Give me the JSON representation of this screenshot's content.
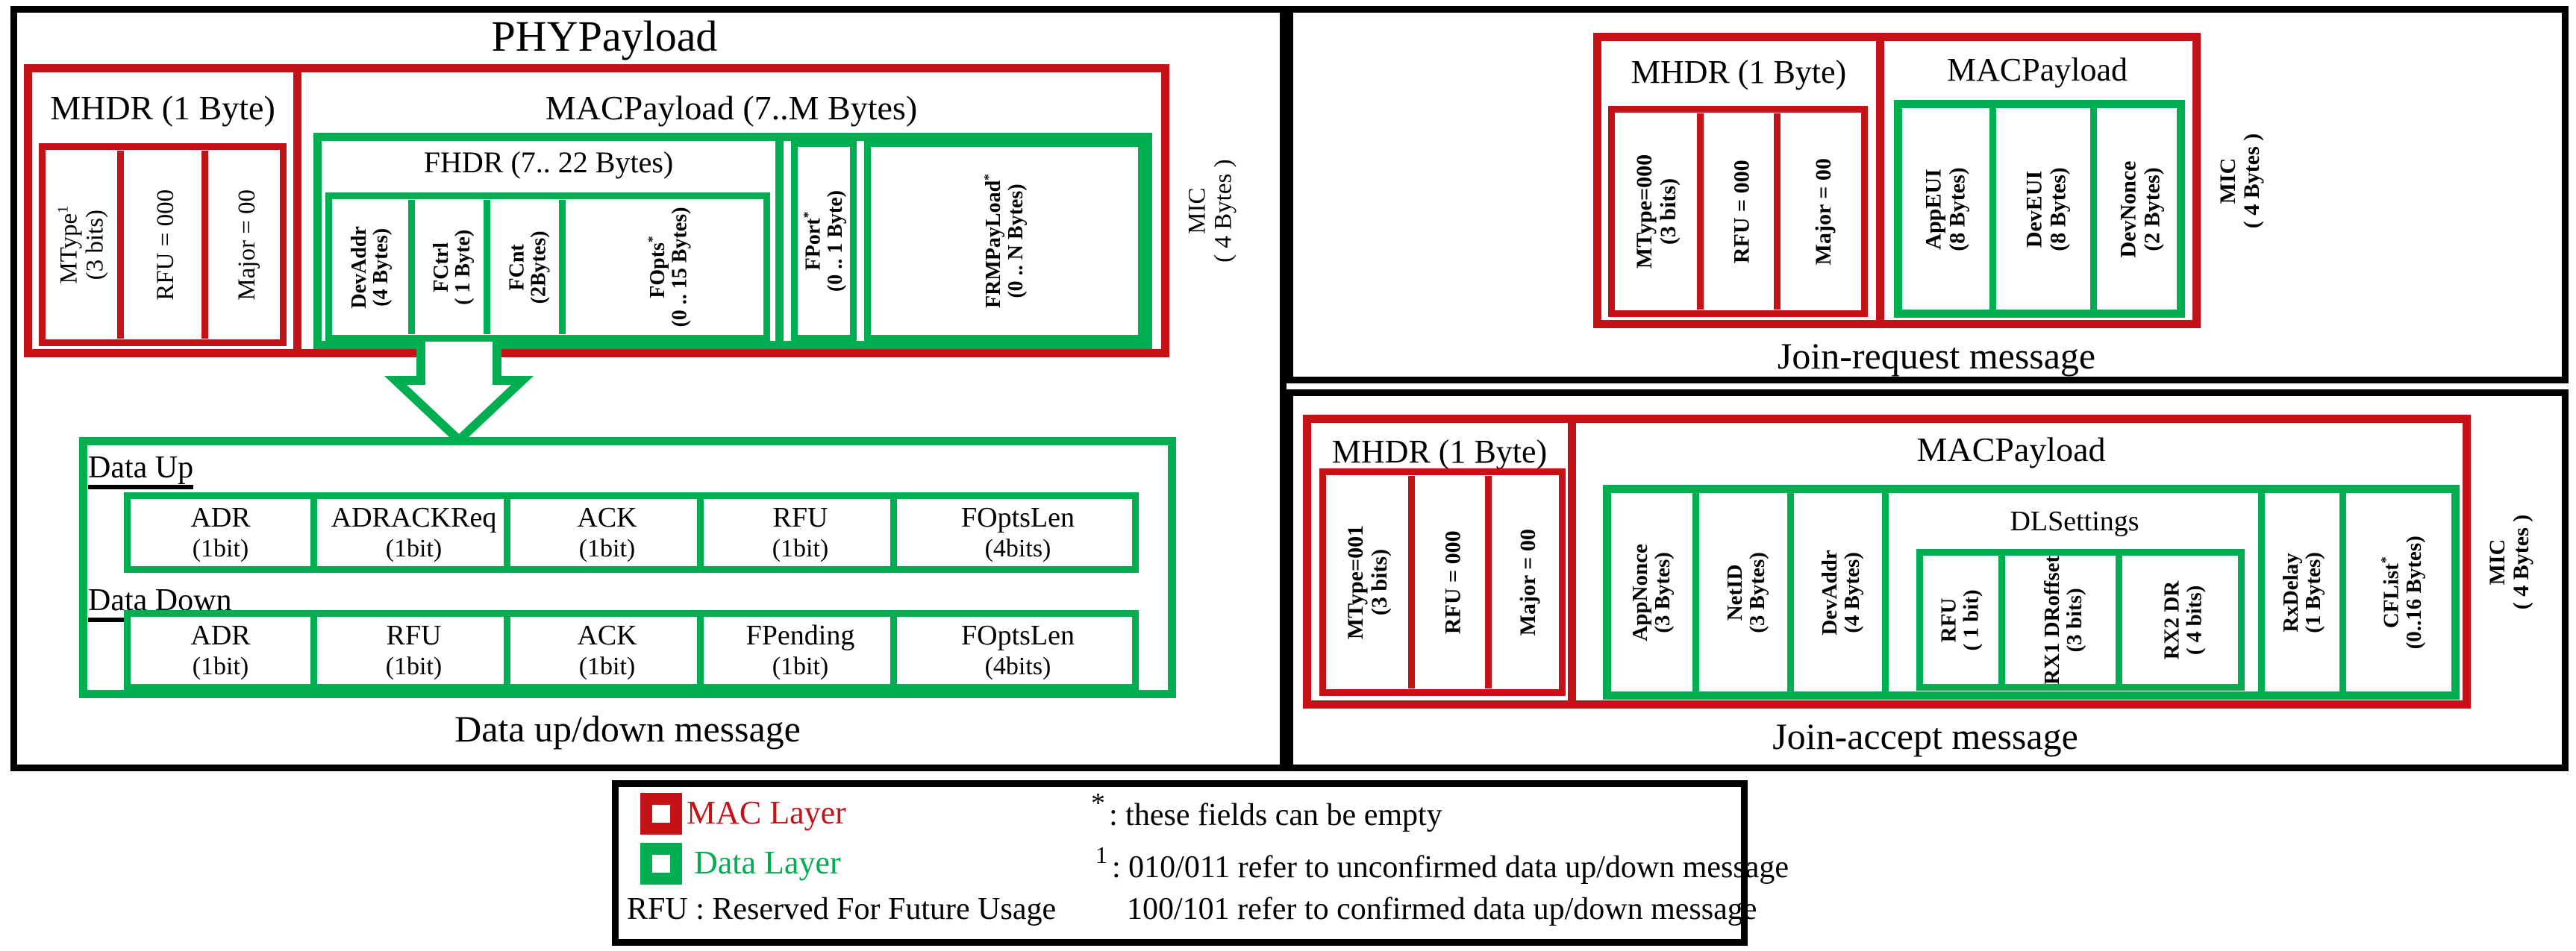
{
  "colors": {
    "mac_layer": "#C41217",
    "data_layer": "#00AE52",
    "outline": "#000000",
    "background": "#FFFFFF"
  },
  "phy_panel": {
    "title": "PHYPayload",
    "mhdr": {
      "title": "MHDR (1 Byte)",
      "fields": [
        {
          "name": "MType",
          "sup": "1",
          "size": "(3 bits)"
        },
        {
          "name": "RFU = 000",
          "sup": "",
          "size": ""
        },
        {
          "name": "Major = 00",
          "sup": "",
          "size": ""
        }
      ]
    },
    "macpayload": {
      "title": "MACPayload (7..M  Bytes)",
      "fhdr": {
        "title": "FHDR (7.. 22  Bytes)",
        "fields": [
          {
            "name": "DevAddr",
            "sup": "",
            "size": "(4 Bytes)"
          },
          {
            "name": "FCtrl",
            "sup": "",
            "size": "( 1 Byte)"
          },
          {
            "name": "FCnt",
            "sup": "",
            "size": "(2Bytes)"
          },
          {
            "name": "FOpts",
            "sup": "*",
            "size": "(0 .. 15 Bytes)"
          }
        ]
      },
      "fields": [
        {
          "name": "FPort",
          "sup": "*",
          "size": "(0 .. 1 Byte)"
        },
        {
          "name": "FRMPayLoad",
          "sup": "*",
          "size": "(0 .. N Bytes)"
        }
      ]
    },
    "mic": {
      "name": "MIC",
      "size": "( 4 Bytes )"
    }
  },
  "fctrl_detail": {
    "data_up_label": "Data Up",
    "data_down_label": "Data Down",
    "data_up": [
      {
        "name": "ADR",
        "size": "(1bit)"
      },
      {
        "name": "ADRACKReq",
        "size": "(1bit)"
      },
      {
        "name": "ACK",
        "size": "(1bit)"
      },
      {
        "name": "RFU",
        "size": "(1bit)"
      },
      {
        "name": "FOptsLen",
        "size": "(4bits)"
      }
    ],
    "data_down": [
      {
        "name": "ADR",
        "size": "(1bit)"
      },
      {
        "name": "RFU",
        "size": "(1bit)"
      },
      {
        "name": "ACK",
        "size": "(1bit)"
      },
      {
        "name": "FPending",
        "size": "(1bit)"
      },
      {
        "name": "FOptsLen",
        "size": "(4bits)"
      }
    ],
    "caption": "Data up/down message"
  },
  "join_request": {
    "caption": "Join-request message",
    "mhdr": {
      "title": "MHDR (1 Byte)",
      "fields": [
        {
          "name": "MType=000",
          "size": "(3 bits)"
        },
        {
          "name": "RFU = 000",
          "size": ""
        },
        {
          "name": "Major = 00",
          "size": ""
        }
      ]
    },
    "macpayload": {
      "title": "MACPayload",
      "fields": [
        {
          "name": "AppEUI",
          "size": "(8 Bytes)"
        },
        {
          "name": "DevEUI",
          "size": "(8 Bytes)"
        },
        {
          "name": "DevNonce",
          "size": "(2 Bytes)"
        }
      ]
    },
    "mic": {
      "name": "MIC",
      "size": "( 4 Bytes )"
    }
  },
  "join_accept": {
    "caption": "Join-accept message",
    "mhdr": {
      "title": "MHDR (1 Byte)",
      "fields": [
        {
          "name": "MType=001",
          "size": "(3 bits)"
        },
        {
          "name": "RFU = 000",
          "size": ""
        },
        {
          "name": "Major = 00",
          "size": ""
        }
      ]
    },
    "macpayload": {
      "title": "MACPayload",
      "fields_left": [
        {
          "name": "AppNonce",
          "size": "(3 Bytes)"
        },
        {
          "name": "NetID",
          "size": "(3 Bytes)"
        },
        {
          "name": "DevAddr",
          "size": "(4 Bytes)"
        }
      ],
      "dlsettings": {
        "title": "DLSettings",
        "fields": [
          {
            "name": "RFU",
            "size": "( 1 bit)"
          },
          {
            "name": "RX1 DRoffset",
            "size": "(3 bits)"
          },
          {
            "name": "RX2 DR",
            "size": "( 4 bits)"
          }
        ]
      },
      "fields_right": [
        {
          "name": "RxDelay",
          "sup": "",
          "size": "(1 Bytes)"
        },
        {
          "name": "CFList",
          "sup": "*",
          "size": "(0..16 Bytes)"
        }
      ]
    },
    "mic": {
      "name": "MIC",
      "size": "( 4 Bytes )"
    }
  },
  "legend": {
    "mac_layer_label": "MAC Layer",
    "data_layer_label": "Data Layer",
    "rfu_note": "RFU : Reserved For Future Usage",
    "star_note": ": these fields can be empty",
    "star_symbol": "*",
    "footnote_symbol": "1",
    "footnote_line1": ": 010/011 refer to unconfirmed data up/down message",
    "footnote_line2": "100/101 refer to confirmed data up/down message"
  }
}
